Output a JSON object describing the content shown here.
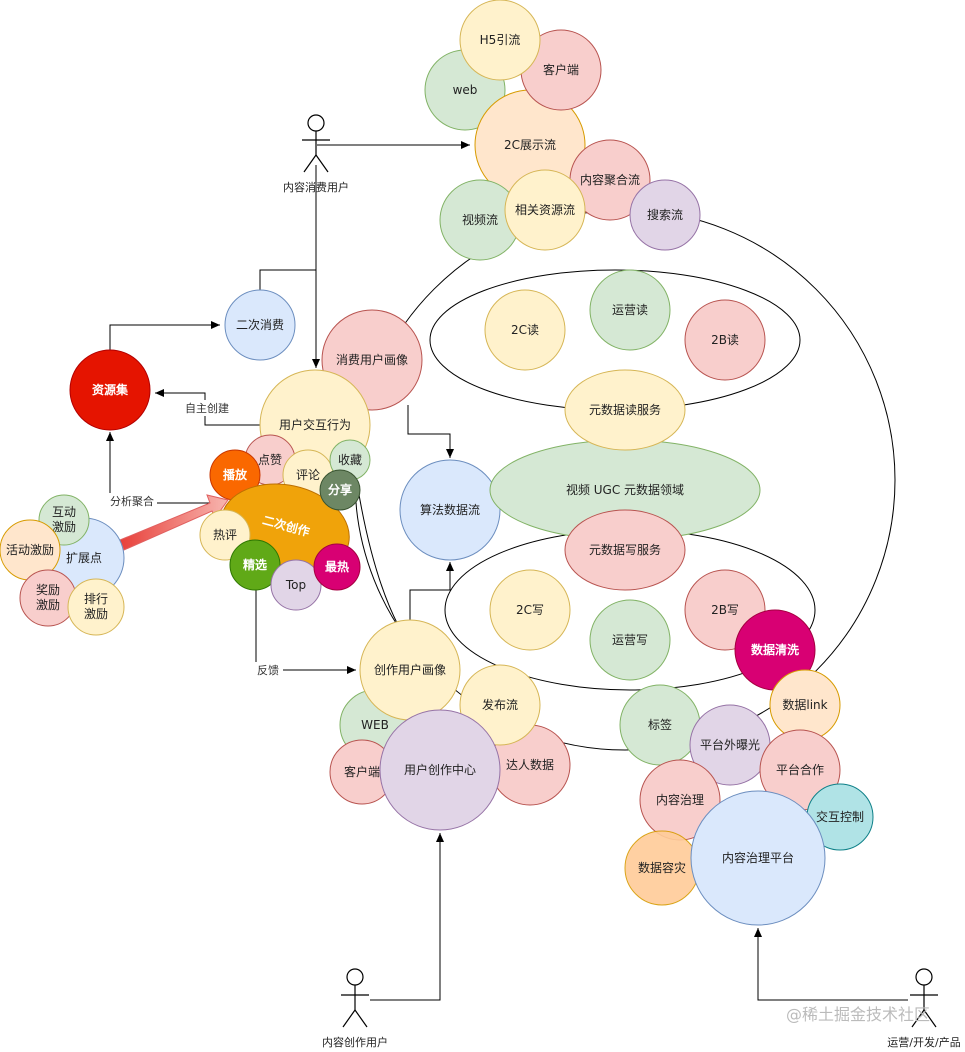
{
  "colors": {
    "yellow": "#fff2cc",
    "yellow_stroke": "#d6b656",
    "green": "#d5e8d4",
    "green_stroke": "#82b366",
    "red": "#f8cecc",
    "red_stroke": "#b85450",
    "purple": "#e1d5e7",
    "purple_stroke": "#9673a6",
    "blue": "#dae8fc",
    "blue_stroke": "#6c8ebf",
    "orange": "#ffe6cc",
    "orange_stroke": "#d79b00",
    "teal": "#b0e3e6",
    "teal_stroke": "#0e8088",
    "resource_red": "#e51400",
    "orange_dark": "#fa6800",
    "second_creation": "#f0a30a",
    "green_dark": "#60a917",
    "magenta": "#d80073",
    "gray_green": "#6d8764"
  },
  "actors": {
    "consumer": "内容消费用户",
    "creator": "内容创作用户",
    "ops": "运营/开发/产品"
  },
  "nodes": {
    "h5": "H5引流",
    "web_top": "web",
    "client_top": "客户端",
    "show_2c": "2C展示流",
    "agg": "内容聚合流",
    "video_flow": "视频流",
    "related": "相关资源流",
    "search": "搜索流",
    "second_consume": "二次消费",
    "resource_set": "资源集",
    "consumer_portrait": "消费用户画像",
    "user_interaction": "用户交互行为",
    "play": "播放",
    "like": "点赞",
    "comment": "评论",
    "fav": "收藏",
    "share": "分享",
    "second_creation": "二次创作",
    "hot_comment": "热评",
    "selected": "精选",
    "hottest": "最热",
    "top": "Top",
    "interact_incentive": "互动\n激励",
    "activity_incentive": "活动激励",
    "expand_point": "扩展点",
    "reward_incentive": "奖励\n激励",
    "rank_incentive": "排行\n激励",
    "algo_flow": "算法数据流",
    "read_2c": "2C读",
    "ops_read": "运营读",
    "read_2b": "2B读",
    "meta_read": "元数据读服务",
    "domain": "视频 UGC 元数据领域",
    "meta_write": "元数据写服务",
    "write_2c": "2C写",
    "ops_write": "运营写",
    "write_2b": "2B写",
    "data_clean": "数据清洗",
    "creator_portrait": "创作用户画像",
    "web_bottom": "WEB",
    "publish_flow": "发布流",
    "client_bottom": "客户端",
    "creation_center": "用户创作中心",
    "talent_data": "达人数据",
    "tag": "标签",
    "outside_exposure": "平台外曝光",
    "data_link": "数据link",
    "platform_coop": "平台合作",
    "content_gov": "内容治理",
    "interaction_ctrl": "交互控制",
    "disaster": "数据容灾",
    "gov_platform": "内容治理平台"
  },
  "edge_labels": {
    "self_create": "自主创建",
    "analyze_agg": "分析聚合",
    "feedback": "反馈"
  },
  "watermark": "@稀土掘金技术社区"
}
